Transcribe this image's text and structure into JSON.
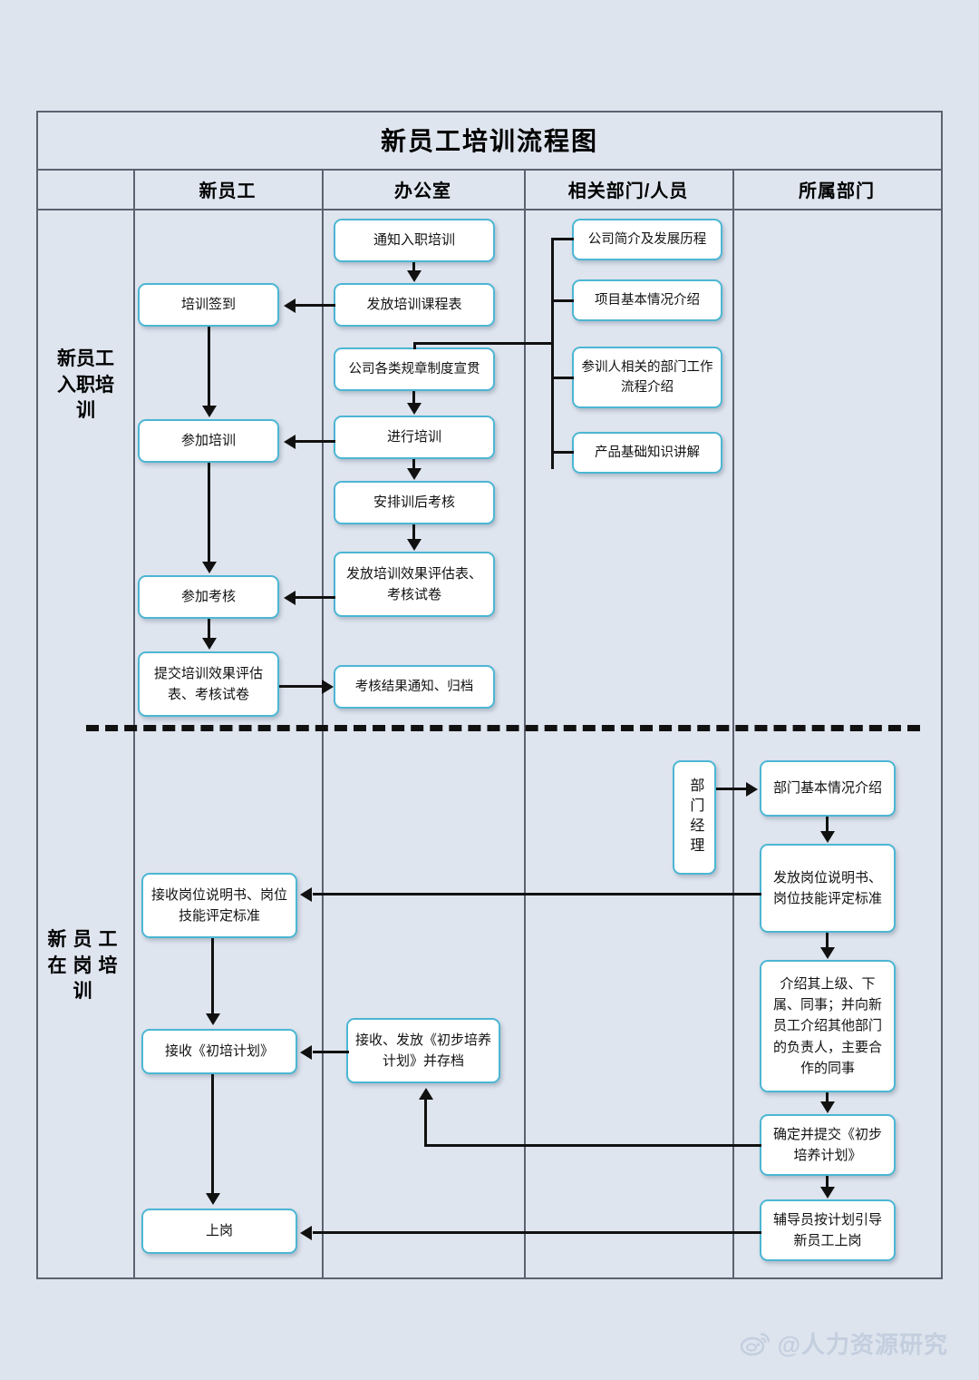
{
  "doc": {
    "title": "新员工培训流程图",
    "columns": [
      "新员工",
      "办公室",
      "相关部门/人员",
      "所属部门"
    ],
    "sections": [
      {
        "label": "新员工\n入职培\n训"
      },
      {
        "label": "新员工\n在岗培\n训"
      }
    ]
  },
  "colors": {
    "page_background": "#dde4ee",
    "frame_border": "#5b6370",
    "node_border": "#4cb6d3",
    "node_fill": "#ffffff",
    "connector": "#111111",
    "watermark": "#c3cede"
  },
  "onboarding": {
    "office": [
      "通知入职培训",
      "发放培训课程表",
      "公司各类规章制度宣贯",
      "进行培训",
      "安排训后考核",
      "发放培训效果评估表、考核试卷",
      "考核结果通知、归档"
    ],
    "employee": [
      "培训签到",
      "参加培训",
      "参加考核",
      "提交培训效果评估表、考核试卷"
    ],
    "related": [
      "公司简介及发展历程",
      "项目基本情况介绍",
      "参训人相关的部门工作流程介绍",
      "产品基础知识讲解"
    ]
  },
  "onjob": {
    "related": [
      "部门经理"
    ],
    "department": [
      "部门基本情况介绍",
      "发放岗位说明书、岗位技能评定标准",
      "介绍其上级、下属、同事；并向新员工介绍其他部门的负责人，主要合作的同事",
      "确定并提交《初步培养计划》",
      "辅导员按计划引导新员工上岗"
    ],
    "employee": [
      "接收岗位说明书、岗位技能评定标准",
      "接收《初培计划》",
      "上岗"
    ],
    "office": [
      "接收、发放《初步培养计划》并存档"
    ]
  },
  "watermark": {
    "handle": "@人力资源研究",
    "icon": "weibo-icon"
  }
}
